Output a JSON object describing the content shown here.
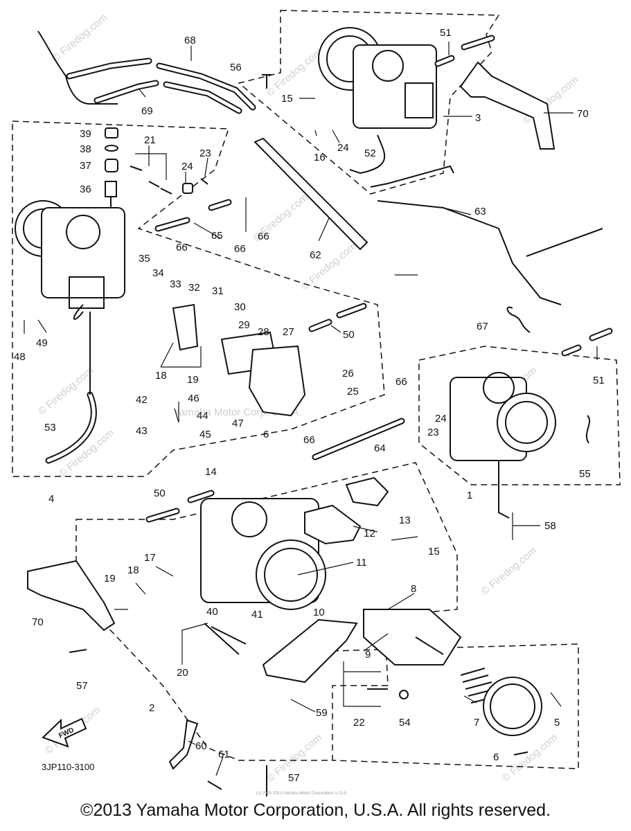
{
  "diagram": {
    "part_numbers": [
      "1",
      "2",
      "3",
      "4",
      "5",
      "6",
      "7",
      "8",
      "9",
      "10",
      "11",
      "12",
      "13",
      "14",
      "15",
      "16",
      "17",
      "18",
      "19",
      "20",
      "21",
      "22",
      "23",
      "24",
      "25",
      "26",
      "27",
      "28",
      "29",
      "30",
      "31",
      "32",
      "33",
      "34",
      "35",
      "36",
      "37",
      "38",
      "39",
      "40",
      "41",
      "42",
      "43",
      "44",
      "45",
      "46",
      "47",
      "48",
      "49",
      "50",
      "51",
      "52",
      "53",
      "54",
      "55",
      "56",
      "57",
      "58",
      "59",
      "60",
      "61",
      "62",
      "63",
      "64",
      "65",
      "66",
      "67",
      "68",
      "69",
      "70"
    ],
    "labels": {
      "p68": "68",
      "p69": "69",
      "p56": "56",
      "p51a": "51",
      "p51b": "51",
      "p70a": "70",
      "p70b": "70",
      "p3": "3",
      "p15a": "15",
      "p15b": "15",
      "p16": "16",
      "p24a": "24",
      "p24b": "24",
      "p24c": "24",
      "p52": "52",
      "p39": "39",
      "p38": "38",
      "p37": "37",
      "p36": "36",
      "p21": "21",
      "p23a": "23",
      "p23b": "23",
      "p65": "65",
      "p66a": "66",
      "p66b": "66",
      "p66c": "66",
      "p66d": "66",
      "p66e": "66",
      "p62": "62",
      "p63": "63",
      "p35": "35",
      "p34": "34",
      "p33": "33",
      "p32": "32",
      "p31": "31",
      "p30": "30",
      "p29": "29",
      "p28": "28",
      "p27": "27",
      "p50a": "50",
      "p50b": "50",
      "p67": "67",
      "p18a": "18",
      "p18b": "18",
      "p19a": "19",
      "p19b": "19",
      "p48": "48",
      "p49": "49",
      "p42": "42",
      "p46": "46",
      "p44": "44",
      "p43": "43",
      "p45": "45",
      "p47": "47",
      "p6a": "6",
      "p6b": "6",
      "p26": "26",
      "p25": "25",
      "p53": "53",
      "p4": "4",
      "p64": "64",
      "p55": "55",
      "p14": "14",
      "p1": "1",
      "p13": "13",
      "p12": "12",
      "p11": "11",
      "p58": "58",
      "p17": "17",
      "p8": "8",
      "p10": "10",
      "p40": "40",
      "p41": "41",
      "p20": "20",
      "p9": "9",
      "p57a": "57",
      "p57b": "57",
      "p2": "2",
      "p22": "22",
      "p54": "54",
      "p7": "7",
      "p5": "5",
      "p59": "59",
      "p60": "60",
      "p61": "61"
    },
    "diagram_code": "3JP110-3100",
    "fwd_label": "FWD",
    "watermark": "© Firedog.com",
    "center_watermark": "Yamaha Motor Corp. U.S.A.",
    "small_copyright": "(c) 2000-2013 Yamaha Motor Corporation, U.S.A."
  },
  "footer": {
    "copyright": "©2013 Yamaha Motor Corporation, U.S.A. All rights reserved."
  }
}
